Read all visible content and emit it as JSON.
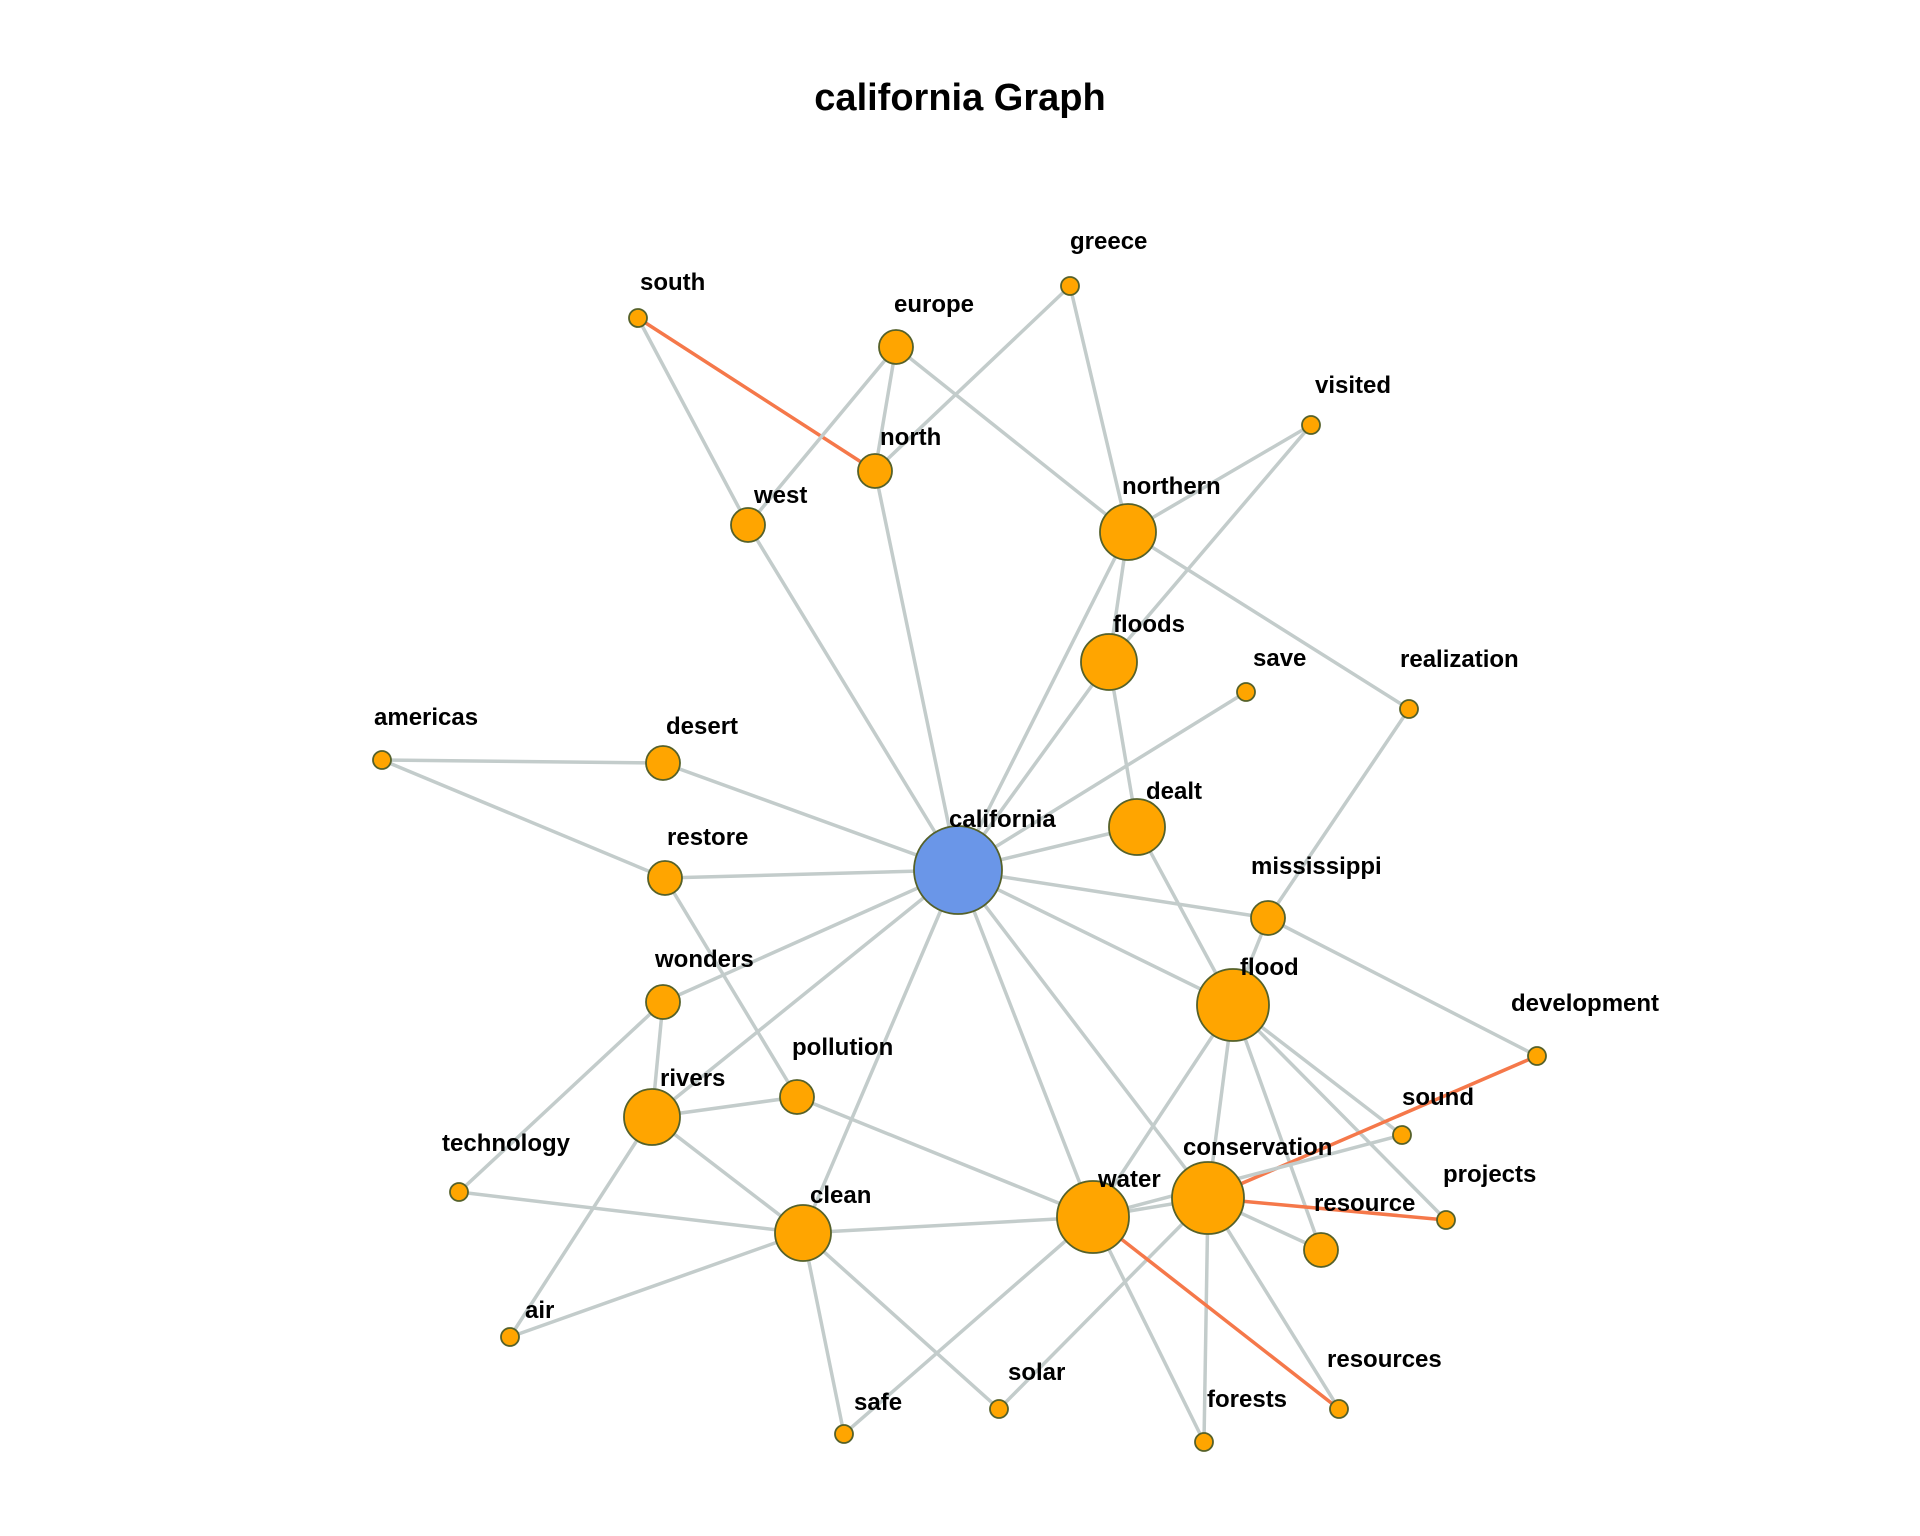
{
  "title": "california  Graph",
  "colors": {
    "center_node": "#6a96e8",
    "node": "#ffa500",
    "node_border": "#55612a",
    "edge": "#c3cccb",
    "edge_highlight": "#f5784a"
  },
  "nodes": [
    {
      "id": "california",
      "label": "california",
      "center": true,
      "weight": 5
    },
    {
      "id": "south",
      "label": "south",
      "weight": 1
    },
    {
      "id": "europe",
      "label": "europe",
      "weight": 2
    },
    {
      "id": "greece",
      "label": "greece",
      "weight": 1
    },
    {
      "id": "visited",
      "label": "visited",
      "weight": 1
    },
    {
      "id": "north",
      "label": "north",
      "weight": 2
    },
    {
      "id": "west",
      "label": "west",
      "weight": 2
    },
    {
      "id": "northern",
      "label": "northern",
      "weight": 3
    },
    {
      "id": "floods",
      "label": "floods",
      "weight": 3
    },
    {
      "id": "save",
      "label": "save",
      "weight": 1
    },
    {
      "id": "realization",
      "label": "realization",
      "weight": 1
    },
    {
      "id": "americas",
      "label": "americas",
      "weight": 1
    },
    {
      "id": "desert",
      "label": "desert",
      "weight": 2
    },
    {
      "id": "dealt",
      "label": "dealt",
      "weight": 3
    },
    {
      "id": "restore",
      "label": "restore",
      "weight": 2
    },
    {
      "id": "mississippi",
      "label": "mississippi",
      "weight": 2
    },
    {
      "id": "wonders",
      "label": "wonders",
      "weight": 2
    },
    {
      "id": "flood",
      "label": "flood",
      "weight": 4
    },
    {
      "id": "development",
      "label": "development",
      "weight": 1
    },
    {
      "id": "pollution",
      "label": "pollution",
      "weight": 2
    },
    {
      "id": "rivers",
      "label": "rivers",
      "weight": 3
    },
    {
      "id": "sound",
      "label": "sound",
      "weight": 1
    },
    {
      "id": "technology",
      "label": "technology",
      "weight": 1
    },
    {
      "id": "conservation",
      "label": "conservation",
      "weight": 4
    },
    {
      "id": "water",
      "label": "water",
      "weight": 4
    },
    {
      "id": "clean",
      "label": "clean",
      "weight": 3
    },
    {
      "id": "resource",
      "label": "resource",
      "weight": 2
    },
    {
      "id": "projects",
      "label": "projects",
      "weight": 1
    },
    {
      "id": "air",
      "label": "air",
      "weight": 1
    },
    {
      "id": "resources",
      "label": "resources",
      "weight": 1
    },
    {
      "id": "solar",
      "label": "solar",
      "weight": 1
    },
    {
      "id": "safe",
      "label": "safe",
      "weight": 1
    },
    {
      "id": "forests",
      "label": "forests",
      "weight": 1
    }
  ],
  "edges": [
    [
      "california",
      "west"
    ],
    [
      "california",
      "north"
    ],
    [
      "california",
      "northern"
    ],
    [
      "california",
      "floods"
    ],
    [
      "california",
      "save"
    ],
    [
      "california",
      "dealt"
    ],
    [
      "california",
      "desert"
    ],
    [
      "california",
      "restore"
    ],
    [
      "california",
      "mississippi"
    ],
    [
      "california",
      "flood"
    ],
    [
      "california",
      "wonders"
    ],
    [
      "california",
      "rivers"
    ],
    [
      "california",
      "clean"
    ],
    [
      "california",
      "water"
    ],
    [
      "california",
      "conservation"
    ],
    [
      "south",
      "north",
      "highlight"
    ],
    [
      "south",
      "west"
    ],
    [
      "europe",
      "west"
    ],
    [
      "europe",
      "north"
    ],
    [
      "europe",
      "northern"
    ],
    [
      "greece",
      "north"
    ],
    [
      "greece",
      "northern"
    ],
    [
      "visited",
      "northern"
    ],
    [
      "visited",
      "floods"
    ],
    [
      "northern",
      "floods"
    ],
    [
      "northern",
      "realization"
    ],
    [
      "floods",
      "dealt"
    ],
    [
      "dealt",
      "flood"
    ],
    [
      "realization",
      "mississippi"
    ],
    [
      "americas",
      "desert"
    ],
    [
      "americas",
      "restore"
    ],
    [
      "restore",
      "pollution"
    ],
    [
      "mississippi",
      "flood"
    ],
    [
      "mississippi",
      "development"
    ],
    [
      "wonders",
      "rivers"
    ],
    [
      "wonders",
      "technology"
    ],
    [
      "rivers",
      "pollution"
    ],
    [
      "rivers",
      "clean"
    ],
    [
      "rivers",
      "air"
    ],
    [
      "pollution",
      "water"
    ],
    [
      "technology",
      "clean"
    ],
    [
      "flood",
      "water"
    ],
    [
      "flood",
      "conservation"
    ],
    [
      "flood",
      "sound"
    ],
    [
      "flood",
      "resource"
    ],
    [
      "flood",
      "projects"
    ],
    [
      "development",
      "conservation",
      "highlight"
    ],
    [
      "sound",
      "water"
    ],
    [
      "conservation",
      "water"
    ],
    [
      "conservation",
      "resource"
    ],
    [
      "conservation",
      "projects",
      "highlight"
    ],
    [
      "conservation",
      "resources"
    ],
    [
      "conservation",
      "forests"
    ],
    [
      "conservation",
      "solar"
    ],
    [
      "water",
      "clean"
    ],
    [
      "water",
      "resources",
      "highlight"
    ],
    [
      "water",
      "forests"
    ],
    [
      "water",
      "safe"
    ],
    [
      "clean",
      "air"
    ],
    [
      "clean",
      "safe"
    ],
    [
      "clean",
      "solar"
    ]
  ]
}
